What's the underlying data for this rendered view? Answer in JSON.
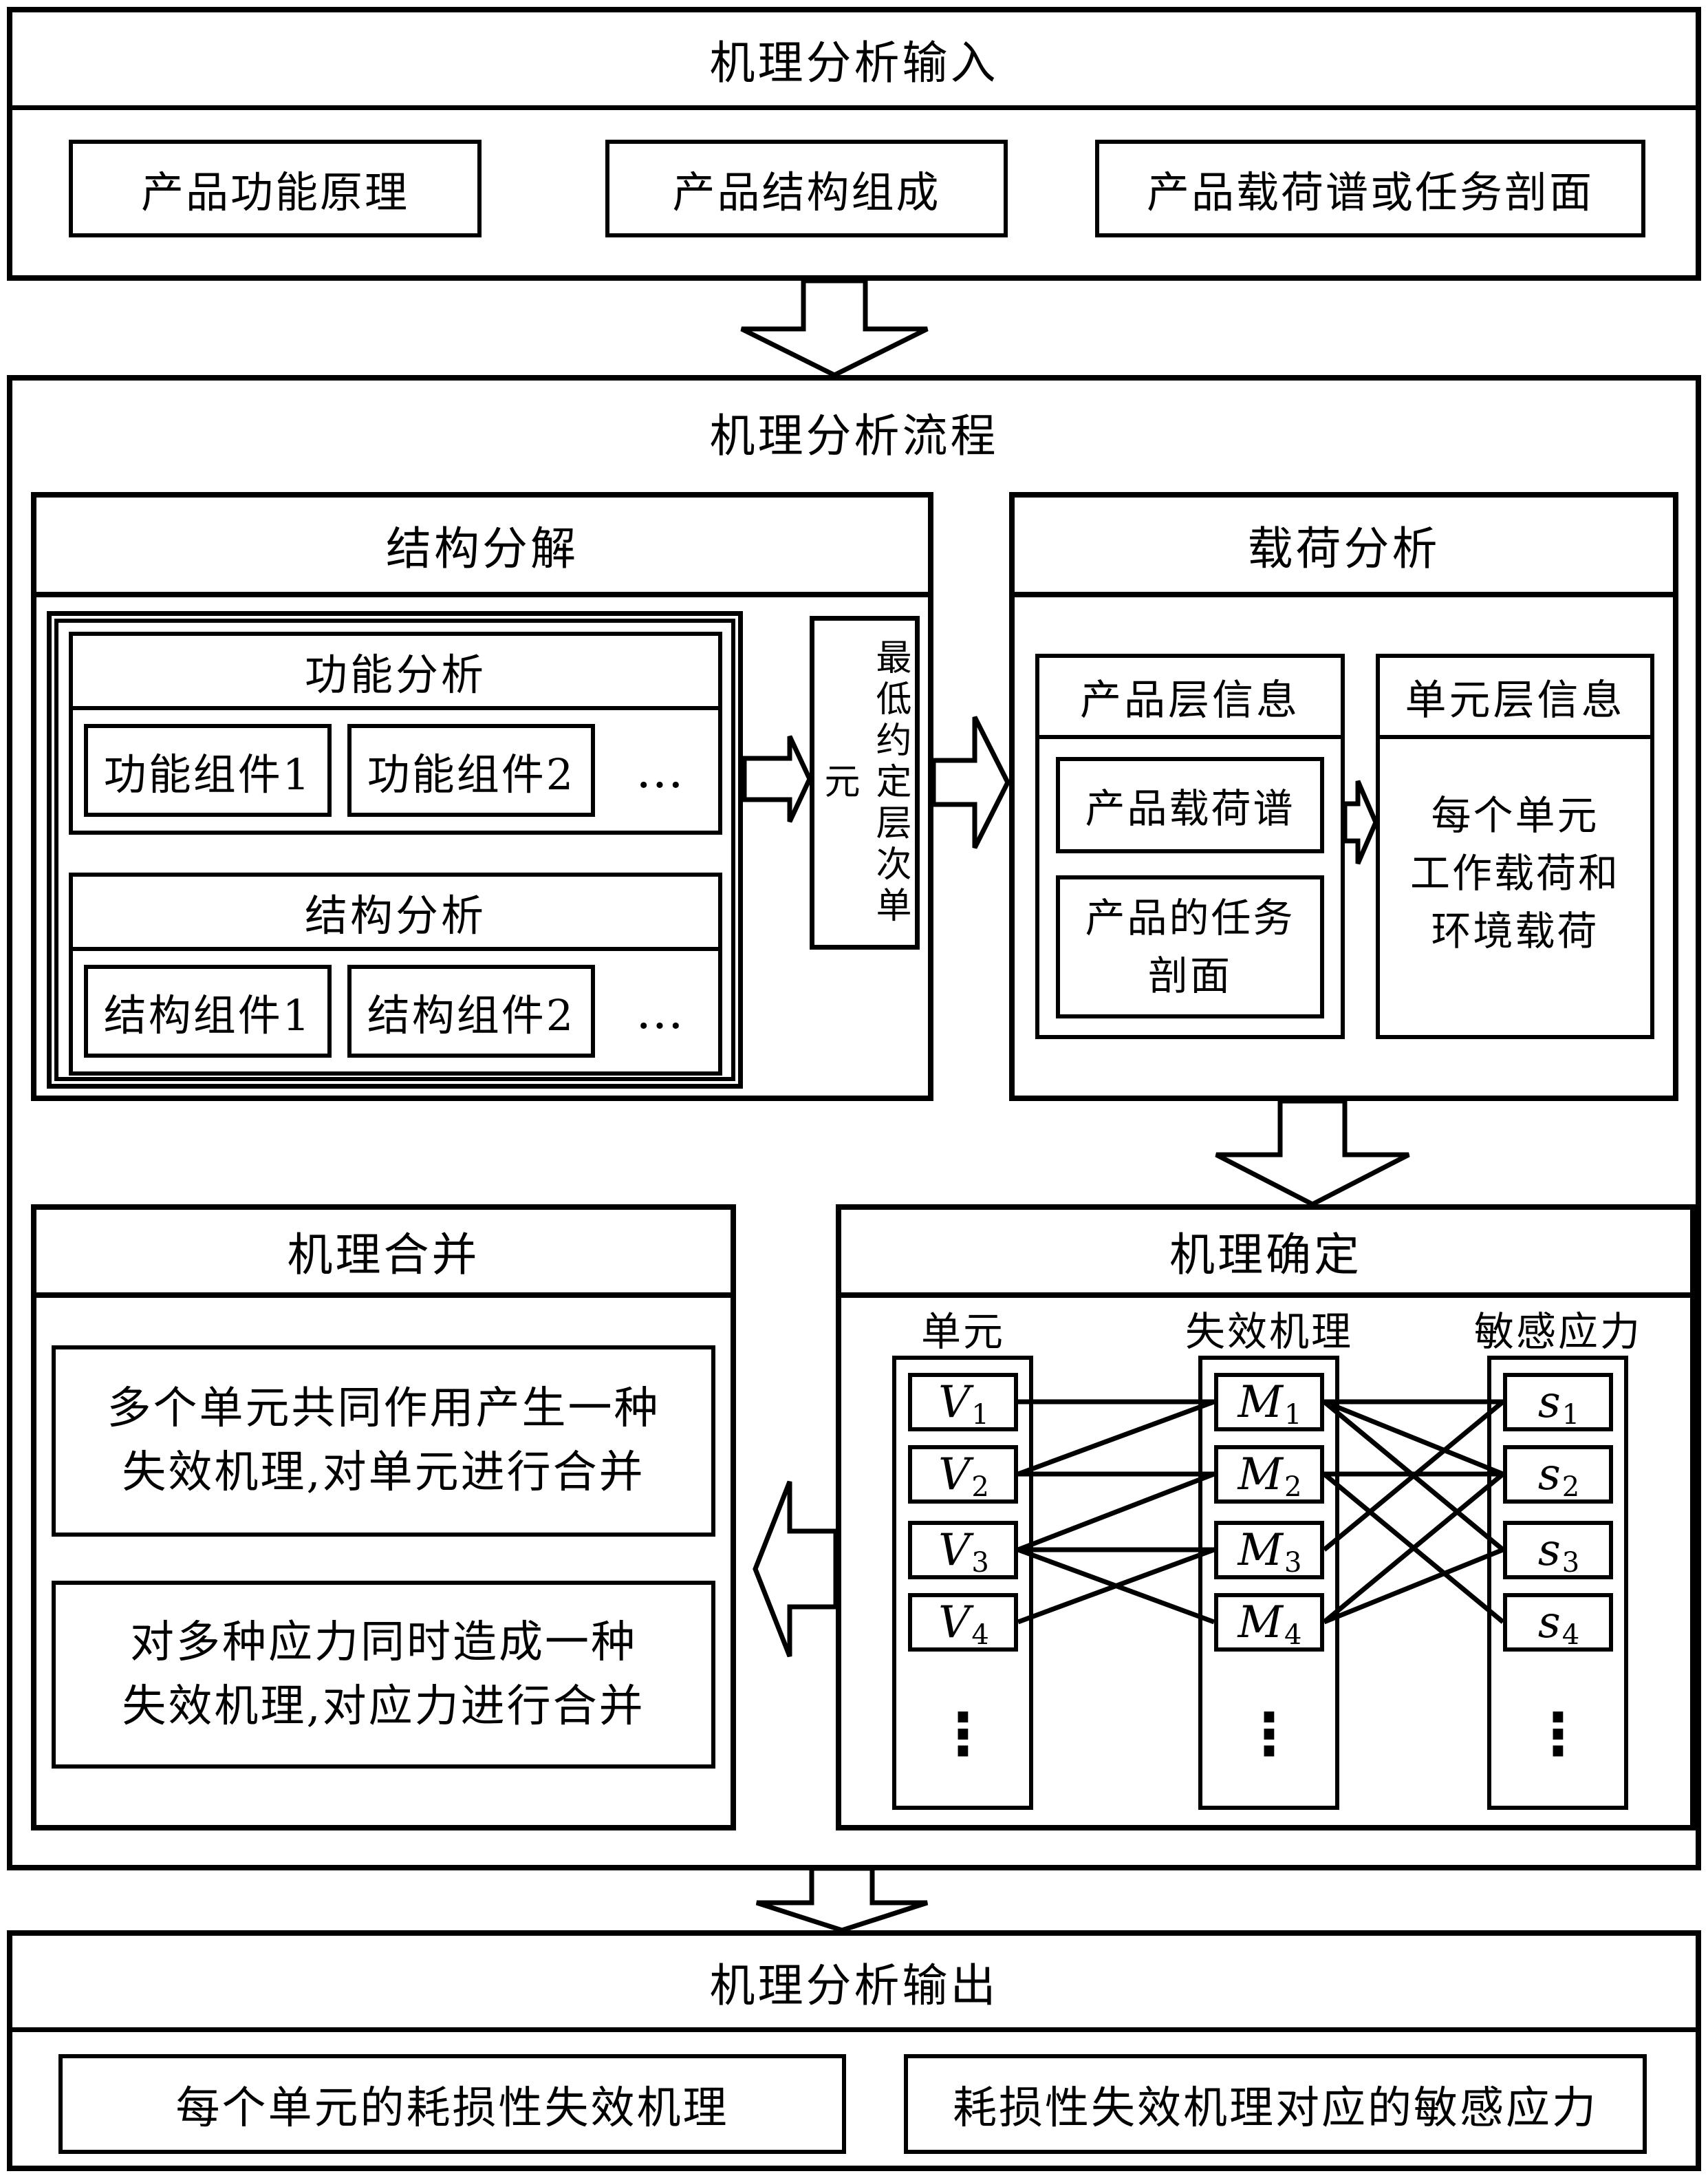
{
  "colors": {
    "stroke": "#000000",
    "background": "#ffffff"
  },
  "input_section": {
    "title": "机理分析输入",
    "boxes": [
      "产品功能原理",
      "产品结构组成",
      "产品载荷谱或任务剖面"
    ]
  },
  "process_section": {
    "title": "机理分析流程",
    "structure_decomposition": {
      "title": "结构分解",
      "function_analysis": {
        "title": "功能分析",
        "components": [
          "功能组件1",
          "功能组件2"
        ],
        "ellipsis": "…"
      },
      "structure_analysis": {
        "title": "结构分析",
        "components": [
          "结构组件1",
          "结构组件2"
        ],
        "ellipsis": "…"
      }
    },
    "lowest_unit_label": "最低约定层次单元",
    "load_analysis": {
      "title": "载荷分析",
      "product_level": {
        "title": "产品层信息",
        "load_spectrum": "产品载荷谱",
        "mission_profile_lines": [
          "产品的任务",
          "剖面"
        ]
      },
      "unit_level": {
        "title": "单元层信息",
        "content_lines": [
          "每个单元",
          "工作载荷和",
          "环境载荷"
        ]
      }
    },
    "mechanism_determination": {
      "title": "机理确定",
      "unit_column": {
        "header": "单元",
        "symbol": "V",
        "subs": [
          "1",
          "2",
          "3",
          "4"
        ],
        "ellipsis": "⋮"
      },
      "mechanism_column": {
        "header": "失效机理",
        "symbol": "M",
        "subs": [
          "1",
          "2",
          "3",
          "4"
        ],
        "ellipsis": "⋮"
      },
      "stress_column": {
        "header": "敏感应力",
        "symbol": "s",
        "subs": [
          "1",
          "2",
          "3",
          "4"
        ],
        "ellipsis": "⋮"
      },
      "links_unit_mechanism": [
        [
          1,
          1
        ],
        [
          2,
          1
        ],
        [
          2,
          2
        ],
        [
          3,
          2
        ],
        [
          3,
          3
        ],
        [
          4,
          3
        ],
        [
          3,
          4
        ]
      ],
      "links_mechanism_stress": [
        [
          1,
          1
        ],
        [
          1,
          2
        ],
        [
          1,
          3
        ],
        [
          2,
          2
        ],
        [
          2,
          4
        ],
        [
          3,
          1
        ],
        [
          4,
          2
        ],
        [
          4,
          3
        ]
      ]
    },
    "mechanism_merging": {
      "title": "机理合并",
      "box1_lines": [
        "多个单元共同作用产生一种",
        "失效机理,对单元进行合并"
      ],
      "box2_lines": [
        "对多种应力同时造成一种",
        "失效机理,对应力进行合并"
      ]
    }
  },
  "output_section": {
    "title": "机理分析输出",
    "boxes": [
      "每个单元的耗损性失效机理",
      "耗损性失效机理对应的敏感应力"
    ]
  }
}
